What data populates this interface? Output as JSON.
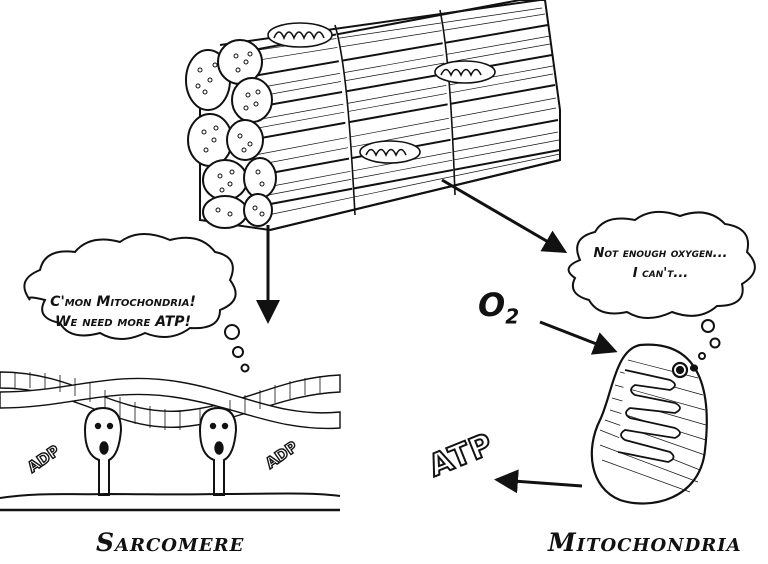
{
  "sarcomere": {
    "caption": "Sarcomere",
    "thought": [
      "C'mon Mitochondria!",
      "We need more ATP!"
    ],
    "adp_left": "ADP",
    "adp_right": "ADP"
  },
  "mitochondria": {
    "caption": "Mitochondria",
    "thought": [
      "Not enough oxygen...",
      "I can't..."
    ],
    "oxygen": "O",
    "oxygen_sub": "2",
    "atp_output": "ATP"
  }
}
